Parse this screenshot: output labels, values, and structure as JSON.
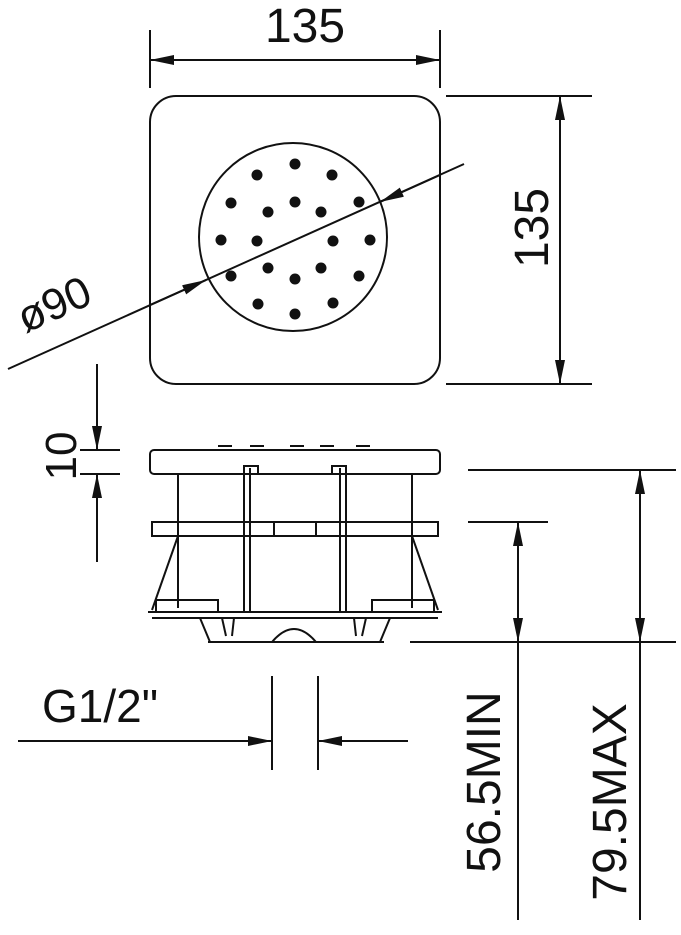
{
  "dimensions": {
    "top_width": "135",
    "right_height": "135",
    "diameter": "ø90",
    "cap_thickness": "10",
    "thread": "G1/2\"",
    "min_depth": "56.5MIN",
    "max_depth": "79.5MAX"
  },
  "colors": {
    "line": "#111111",
    "background": "#ffffff"
  }
}
